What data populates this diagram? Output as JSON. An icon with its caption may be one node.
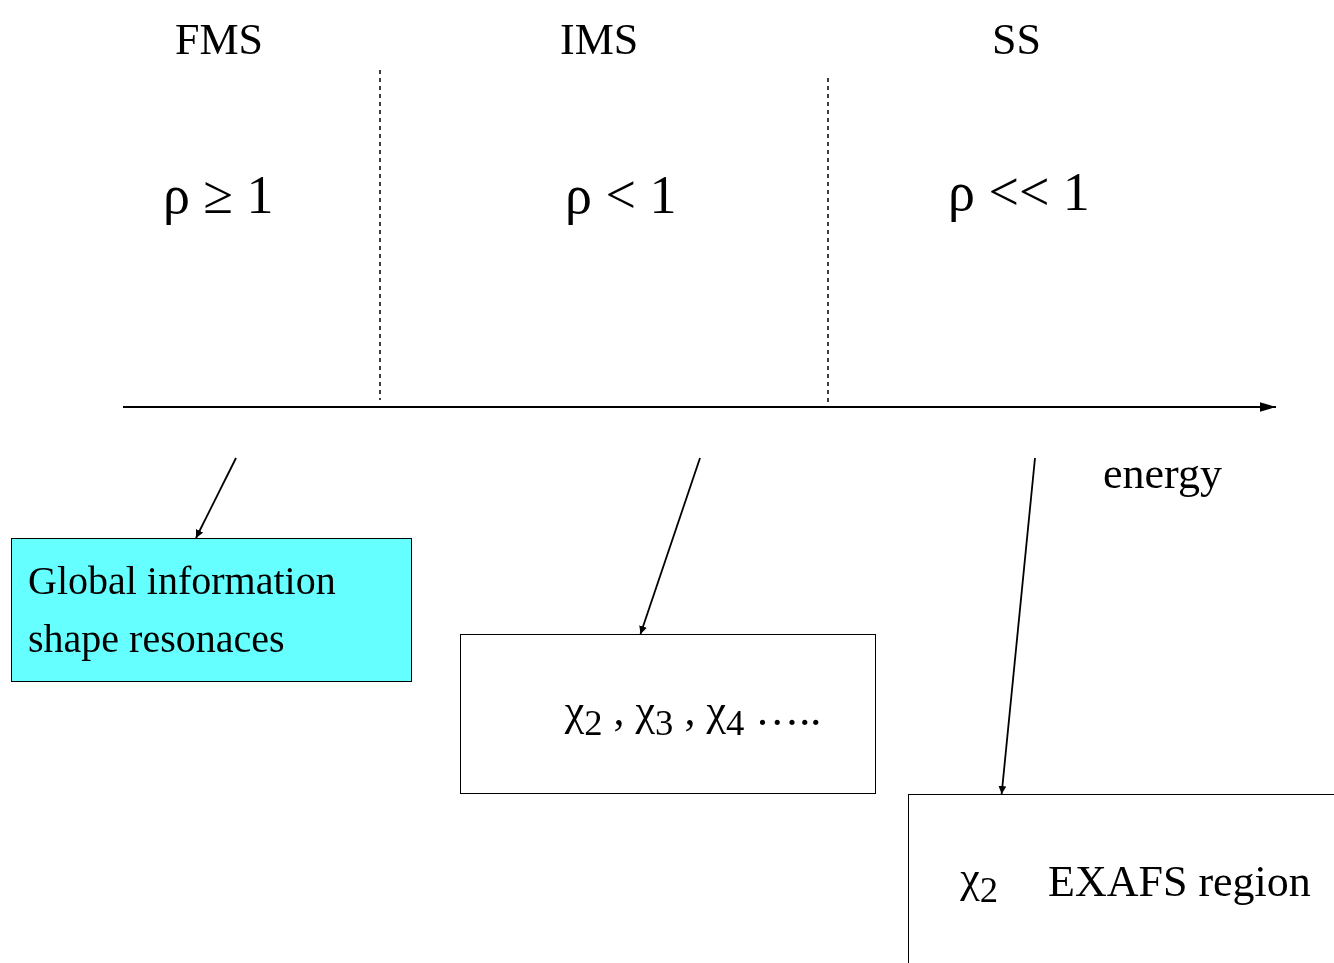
{
  "diagram": {
    "nodes": [
      {
        "text": [
          "Global information shape resonaces"
        ]
      },
      {
        "text": [
          "χ$_{2}$ , χ$_{3}$ , χ$_{4}$ ….."
        ]
      },
      {
        "text": [
          "χ$_{2}$",
          "EXAFS region"
        ]
      }
    ],
    "edges": [
      {
        "from": null,
        "to": 0,
        "arrow": "to"
      },
      {
        "from": null,
        "to": 1,
        "arrow": "to"
      },
      {
        "from": null,
        "to": 2,
        "arrow": "to"
      }
    ],
    "labels": [
      "FMS",
      "IMS",
      "SS",
      "ρ ≥ 1",
      "ρ < 1",
      "ρ << 1",
      "energy"
    ]
  }
}
